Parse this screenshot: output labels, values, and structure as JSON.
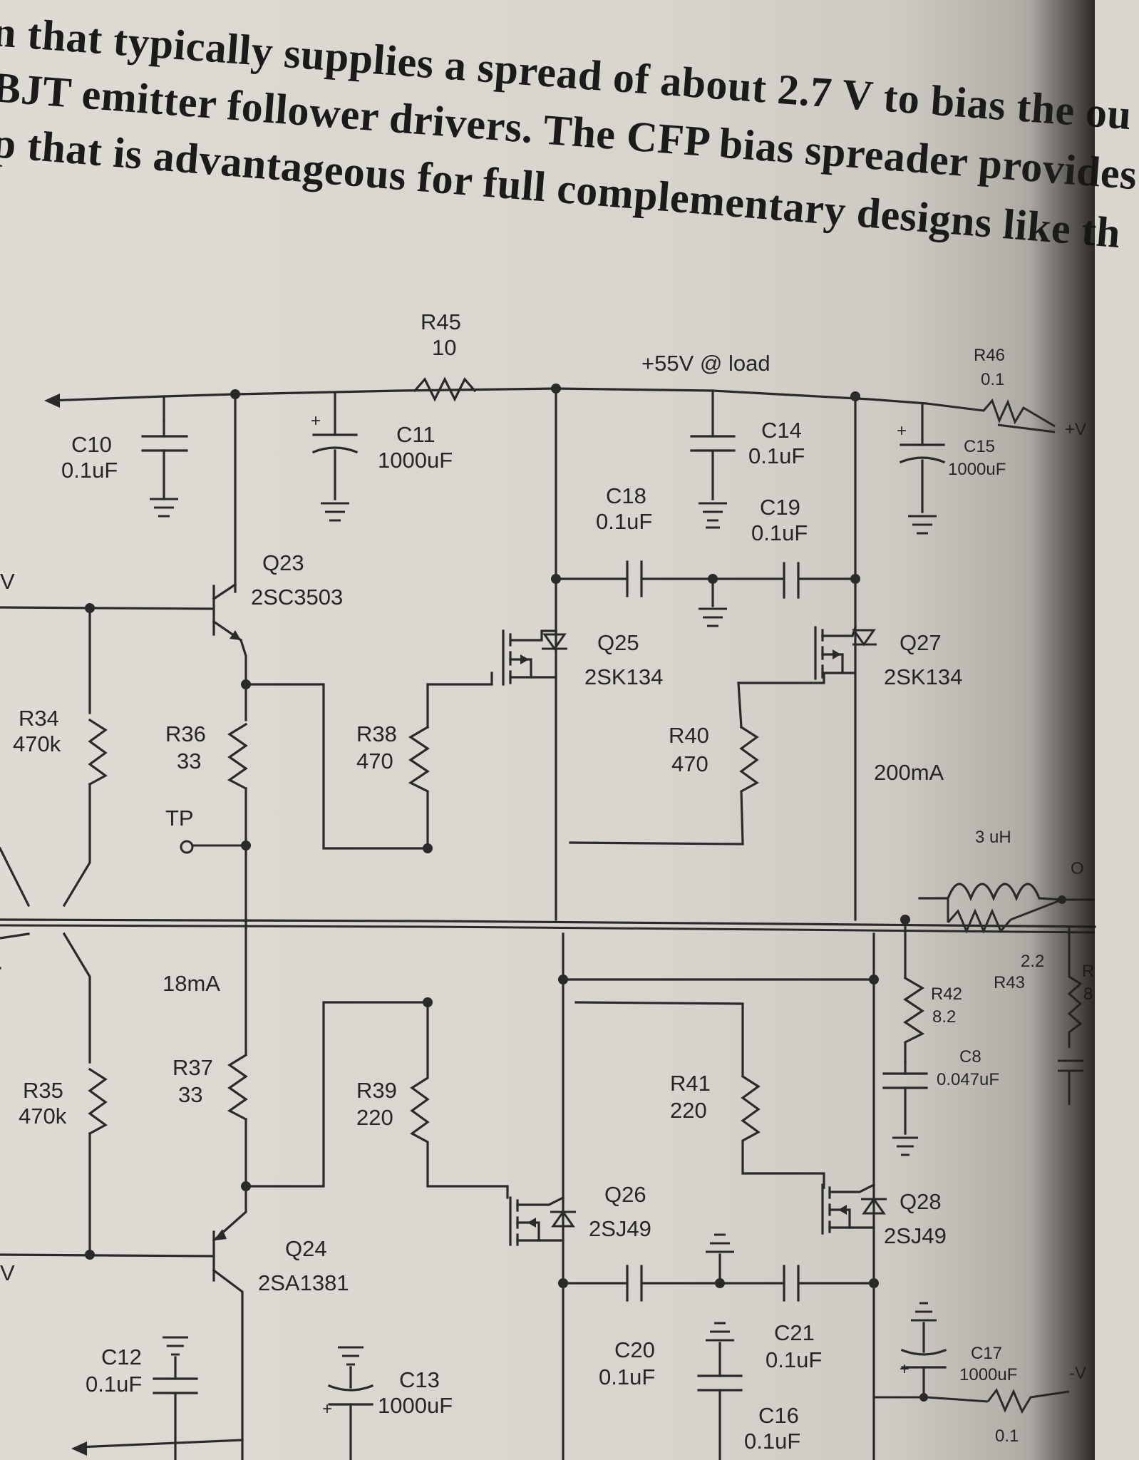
{
  "paragraph": {
    "line1": "n that typically supplies a spread of about 2.7 V to bias the ou",
    "line2": "BJT emitter follower drivers. The CFP bias spreader provides",
    "line3": "p that is advantageous for full complementary designs like th"
  },
  "schematic": {
    "supply_label": "+55V @ load",
    "current_top": "200mA",
    "current_driver": "18mA",
    "test_point": "TP",
    "rail_right": "+V",
    "rail_right_bottom": "-V",
    "left_v_top": "V",
    "left_v_bottom": "V",
    "out_label": "O",
    "resistors": {
      "R45": {
        "name": "R45",
        "value": "10"
      },
      "R46": {
        "name": "R46",
        "value": "0.1"
      },
      "R34": {
        "name": "R34",
        "value": "470k"
      },
      "R35": {
        "name": "R35",
        "value": "470k"
      },
      "R36": {
        "name": "R36",
        "value": "33"
      },
      "R37": {
        "name": "R37",
        "value": "33"
      },
      "R38": {
        "name": "R38",
        "value": "470"
      },
      "R39": {
        "name": "R39",
        "value": "220"
      },
      "R40": {
        "name": "R40",
        "value": "470"
      },
      "R41": {
        "name": "R41",
        "value": "220"
      },
      "R42": {
        "name": "R42",
        "value": "8.2"
      },
      "R43": {
        "name": "R43",
        "value": "2.2"
      },
      "R47": {
        "name": "R",
        "value": "0.1"
      },
      "R48": {
        "name": "R",
        "value": "8"
      }
    },
    "capacitors": {
      "C10": {
        "name": "C10",
        "value": "0.1uF"
      },
      "C11": {
        "name": "C11",
        "value": "1000uF"
      },
      "C12": {
        "name": "C12",
        "value": "0.1uF"
      },
      "C13": {
        "name": "C13",
        "value": "1000uF"
      },
      "C14": {
        "name": "C14",
        "value": "0.1uF"
      },
      "C15": {
        "name": "C15",
        "value": "1000uF"
      },
      "C16": {
        "name": "C16",
        "value": "0.1uF"
      },
      "C17": {
        "name": "C17",
        "value": "1000uF"
      },
      "C18": {
        "name": "C18",
        "value": "0.1uF"
      },
      "C19": {
        "name": "C19",
        "value": "0.1uF"
      },
      "C20": {
        "name": "C20",
        "value": "0.1uF"
      },
      "C21": {
        "name": "C21",
        "value": "0.1uF"
      },
      "C8": {
        "name": "C8",
        "value": "0.047uF"
      }
    },
    "transistors": {
      "Q23": {
        "name": "Q23",
        "part": "2SC3503"
      },
      "Q24": {
        "name": "Q24",
        "part": "2SA1381"
      },
      "Q25": {
        "name": "Q25",
        "part": "2SK134"
      },
      "Q26": {
        "name": "Q26",
        "part": "2SJ49"
      },
      "Q27": {
        "name": "Q27",
        "part": "2SK134"
      },
      "Q28": {
        "name": "Q28",
        "part": "2SJ49"
      }
    },
    "inductor": {
      "value": "3 uH"
    },
    "plus_sign": "+"
  }
}
